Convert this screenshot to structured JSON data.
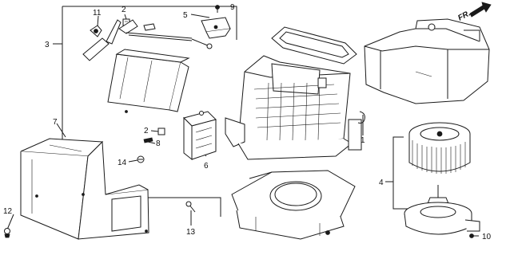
{
  "diagram": {
    "direction_label": "FR.",
    "callouts": {
      "c1": "1",
      "c2a": "2",
      "c2b": "2",
      "c3": "3",
      "c4": "4",
      "c5": "5",
      "c6": "6",
      "c7": "7",
      "c8": "8",
      "c9": "9",
      "c10": "10",
      "c11": "11",
      "c12": "12",
      "c13": "13",
      "c14": "14"
    }
  }
}
